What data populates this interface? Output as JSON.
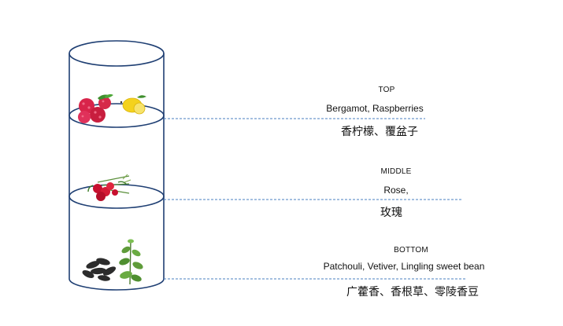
{
  "colors": {
    "outline": "#1f3f73",
    "guide_line": "#4a7fc1",
    "text": "#111111"
  },
  "tiers": [
    {
      "name": "TOP",
      "notes_en": "Bergamot, Raspberries",
      "notes_zh": "香柠檬、覆盆子",
      "icons": [
        "raspberries-icon",
        "lemon-icon"
      ]
    },
    {
      "name": "MIDDLE",
      "notes_en": "Rose,",
      "notes_zh": "玫瑰",
      "icons": [
        "rose-bouquet-icon"
      ]
    },
    {
      "name": "BOTTOM",
      "notes_en": "Patchouli, Vetiver, Lingling sweet bean",
      "notes_zh": "广藿香、香根草、零陵香豆",
      "icons": [
        "tonka-beans-icon",
        "patchouli-leaves-icon"
      ]
    }
  ]
}
